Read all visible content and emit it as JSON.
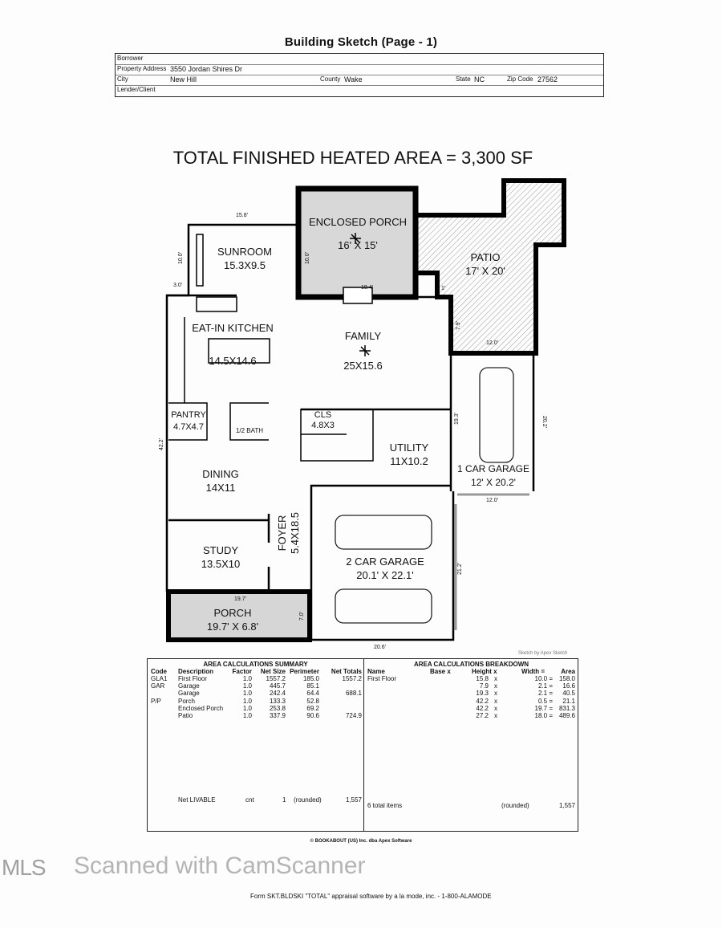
{
  "header": {
    "title": "Building Sketch (Page - 1)"
  },
  "form": {
    "borrower_label": "Borrower",
    "borrower": "",
    "address_label": "Property Address",
    "address": "3550 Jordan Shires Dr",
    "city_label": "City",
    "city": "New Hill",
    "county_label": "County",
    "county": "Wake",
    "state_label": "State",
    "state": "NC",
    "zip_label": "Zip Code",
    "zip": "27562",
    "lender_label": "Lender/Client",
    "lender": ""
  },
  "total_area": "TOTAL FINISHED HEATED AREA = 3,300 SF",
  "rooms": {
    "enclosed_porch": {
      "name": "ENCLOSED PORCH",
      "size": "16' X 15'"
    },
    "patio": {
      "name": "PATIO",
      "size": "17' X 20'"
    },
    "sunroom": {
      "name": "SUNROOM",
      "size": "15.3X9.5"
    },
    "kitchen": {
      "name": "EAT-IN KITCHEN",
      "size": "14.5X14.6"
    },
    "family": {
      "name": "FAMILY",
      "size": "25X15.6"
    },
    "pantry": {
      "name": "PANTRY",
      "size": "4.7X4.7"
    },
    "half_bath": {
      "name": "1/2 BATH"
    },
    "cls": {
      "name": "CLS",
      "size": "4.8X3"
    },
    "utility": {
      "name": "UTILITY",
      "size": "11X10.2"
    },
    "garage1": {
      "name": "1 CAR GARAGE",
      "size": "12' X 20.2'"
    },
    "dining": {
      "name": "DINING",
      "size": "14X11"
    },
    "foyer": {
      "name": "FOYER",
      "size": "5.4X18.5"
    },
    "study": {
      "name": "STUDY",
      "size": "13.5X10"
    },
    "garage2": {
      "name": "2 CAR GARAGE",
      "size": "20.1' X 22.1'"
    },
    "porch": {
      "name": "PORCH",
      "size": "19.7' X 6.8'"
    }
  },
  "dimensions": {
    "d1": "15.8'",
    "d2": "10.0'",
    "d3": "3.0'",
    "d4": "10.0'",
    "d5": "19.4'",
    "d6": "1'",
    "d7": "7.9'",
    "d8": "12.0'",
    "d9": "19.3'",
    "d10": "20.2'",
    "d11": "12.0'",
    "d12": "42.2'",
    "d13": "21.2'",
    "d14": "19.7'",
    "d15": "7.0'",
    "d16": "20.6'"
  },
  "sketch_credit": "Sketch by Apex Sketch",
  "summary": {
    "title": "AREA CALCULATIONS SUMMARY",
    "headers": [
      "Code",
      "Description",
      "Factor",
      "Net Size",
      "Perimeter",
      "Net Totals"
    ],
    "rows": [
      [
        "GLA1",
        "First Floor",
        "1.0",
        "1557.2",
        "185.0",
        "1557.2"
      ],
      [
        "GAR",
        "Garage",
        "1.0",
        "445.7",
        "85.1",
        ""
      ],
      [
        "",
        "Garage",
        "1.0",
        "242.4",
        "64.4",
        "688.1"
      ],
      [
        "P/P",
        "Porch",
        "1.0",
        "133.3",
        "52.8",
        ""
      ],
      [
        "",
        "Enclosed Porch",
        "1.0",
        "253.8",
        "69.2",
        ""
      ],
      [
        "",
        "Patio",
        "1.0",
        "337.9",
        "90.6",
        "724.9"
      ]
    ],
    "footer": {
      "label": "Net LIVABLE",
      "cnt_label": "cnt",
      "cnt": "1",
      "rounded": "(rounded)",
      "total": "1,557"
    }
  },
  "breakdown": {
    "title": "AREA CALCULATIONS BREAKDOWN",
    "headers": [
      "Name",
      "Base x",
      "Height x",
      "Width =",
      "Area"
    ],
    "name": "First Floor",
    "rows": [
      [
        "15.8",
        "x",
        "10.0 =",
        "158.0"
      ],
      [
        "7.9",
        "x",
        "2.1 =",
        "16.6"
      ],
      [
        "19.3",
        "x",
        "2.1 =",
        "40.5"
      ],
      [
        "42.2",
        "x",
        "0.5 =",
        "21.1"
      ],
      [
        "42.2",
        "x",
        "19.7 =",
        "831.3"
      ],
      [
        "27.2",
        "x",
        "18.0 =",
        "489.6"
      ]
    ],
    "footer": {
      "label": "6 total items",
      "rounded": "(rounded)",
      "total": "1,557"
    }
  },
  "copyright": "© BOOKABOUT (US) Inc. dba Apex Software",
  "form_footer": "Form SKT.BLDSKI \"TOTAL\" appraisal software by a la mode, inc. - 1-800-ALAMODE",
  "watermark": "Scanned with CamScanner",
  "mls_logo": "MLS"
}
